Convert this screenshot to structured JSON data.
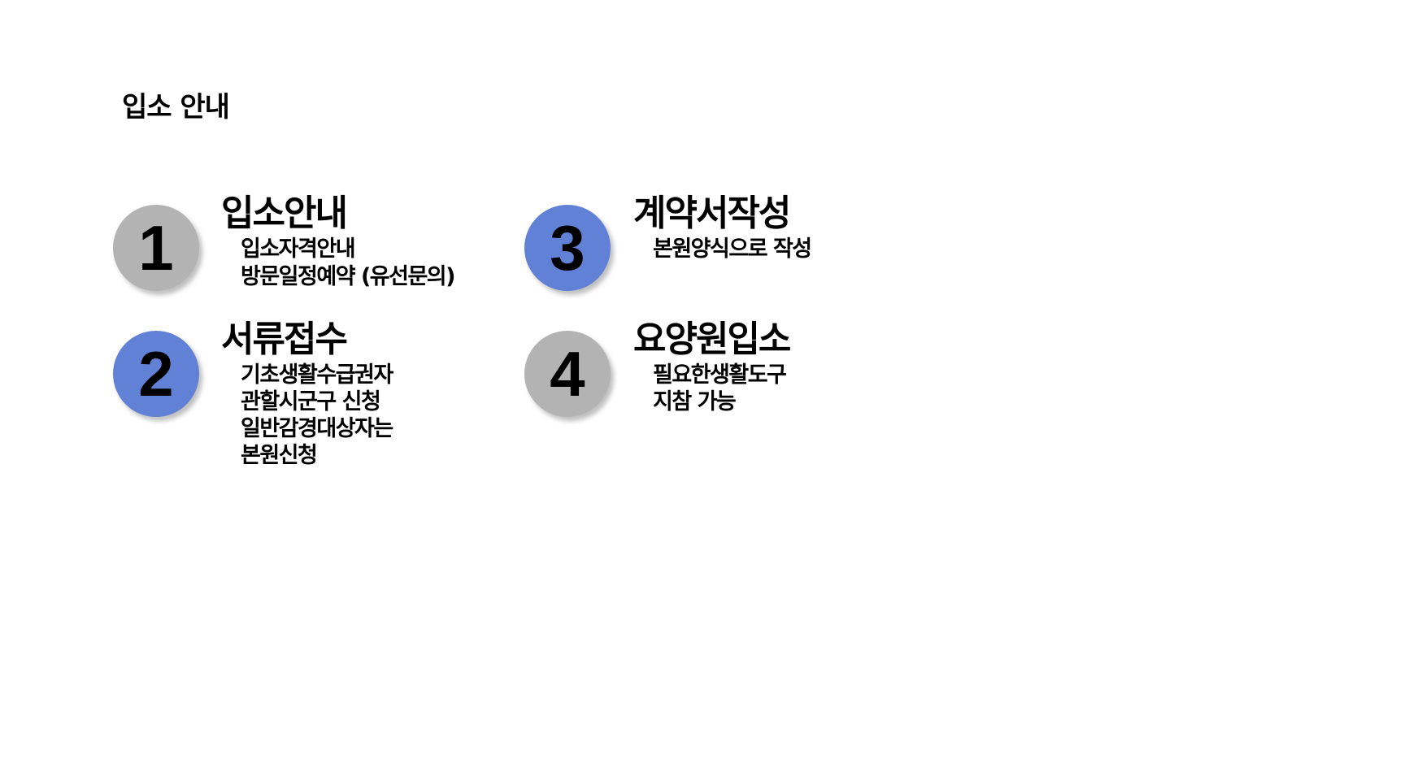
{
  "title": "입소 안내",
  "colors": {
    "gray": "#b3b3b3",
    "blue": "#6181d6"
  },
  "steps": [
    {
      "number": "1",
      "heading": "입소안내",
      "items": [
        "입소자격안내",
        "방문일정예약 (유선문의)"
      ]
    },
    {
      "number": "2",
      "heading": "서류접수",
      "items": [
        "기초생활수급권자",
        "관할시군구 신청",
        "일반감경대상자는",
        "본원신청"
      ]
    },
    {
      "number": "3",
      "heading": "계약서작성",
      "items": [
        "본원양식으로 작성"
      ]
    },
    {
      "number": "4",
      "heading": "요양원입소",
      "items": [
        "필요한생활도구",
        "지참 가능"
      ]
    }
  ]
}
